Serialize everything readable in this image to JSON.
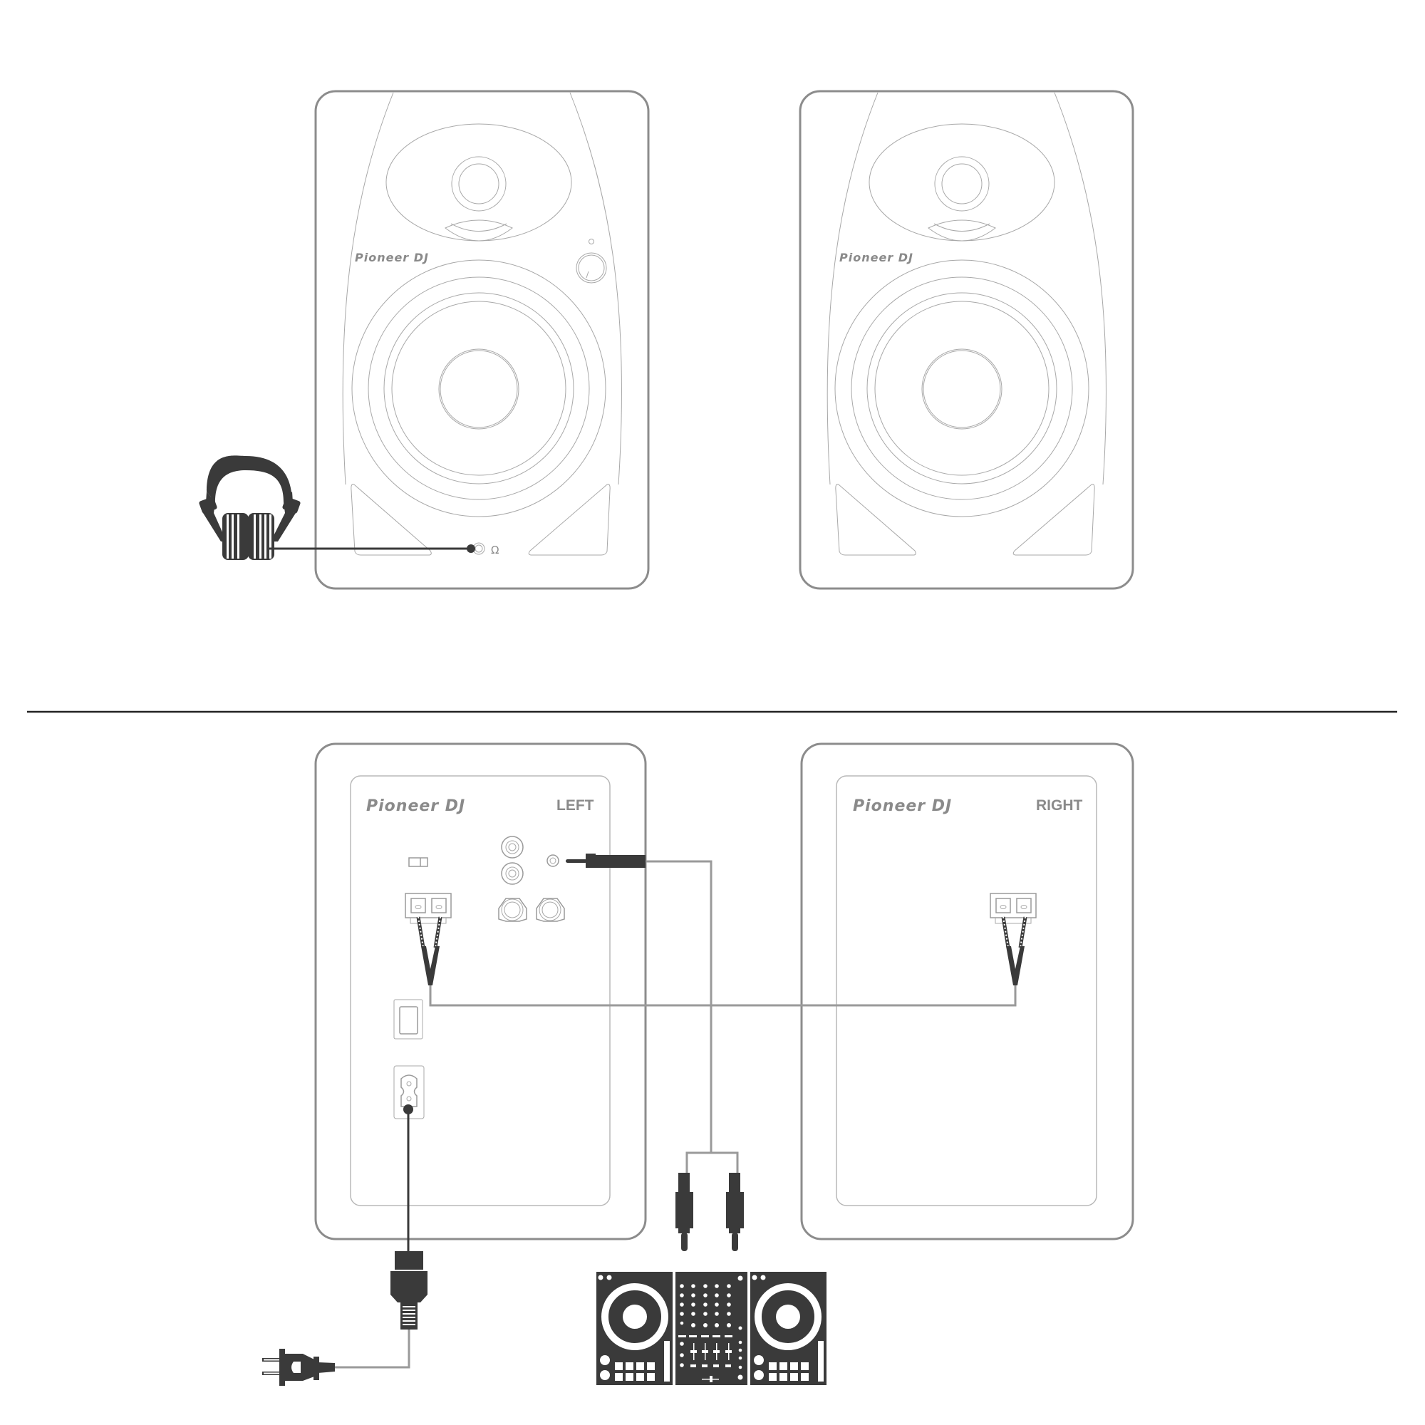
{
  "diagram": {
    "type": "speaker-connection-diagram",
    "colors": {
      "outline": "#8c8c8c",
      "cable_dark": "#3a3a3a",
      "cable_light": "#9a9a9a",
      "divider": "#222222",
      "background": "#ffffff"
    },
    "front_view": {
      "left_speaker": {
        "brand": "Pioneer DJ",
        "has_volume_knob": true,
        "has_power_led": true,
        "headphone_jack_symbol": "Ω"
      },
      "right_speaker": {
        "brand": "Pioneer DJ"
      },
      "headphones": {
        "icon": "headphones-icon",
        "connected_to": "left_speaker.headphone_jack"
      }
    },
    "rear_view": {
      "left_speaker": {
        "brand": "Pioneer DJ",
        "channel_label": "LEFT",
        "inputs": [
          "RCA input L",
          "RCA input R",
          "TRS input",
          "TRS input",
          "3.5mm mini jack"
        ],
        "speaker_terminal": "speaker-output-terminal",
        "power_switch": "power-switch",
        "ac_inlet": "ac-inlet"
      },
      "right_speaker": {
        "brand": "Pioneer DJ",
        "channel_label": "RIGHT",
        "speaker_terminal": "speaker-input-terminal"
      },
      "connections": [
        {
          "from": "left_speaker.speaker_terminal",
          "to": "right_speaker.speaker_terminal",
          "cable": "speaker-cable"
        },
        {
          "from": "left_speaker.mini_jack",
          "to": "dj_controller.outputs",
          "cable": "mini-jack-to-rca-cable"
        },
        {
          "from": "left_speaker.ac_inlet",
          "to": "wall_outlet",
          "cable": "power-cord"
        }
      ],
      "dj_controller": {
        "icon": "dj-controller-icon",
        "decks": 2,
        "channels": 4
      }
    }
  }
}
